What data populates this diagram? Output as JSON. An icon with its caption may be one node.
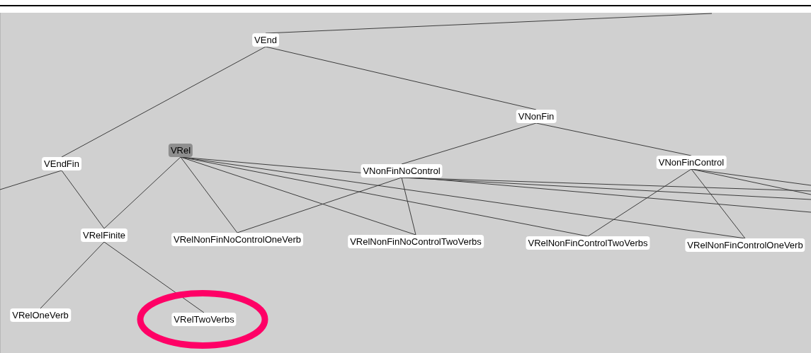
{
  "diagram": {
    "nodes": [
      {
        "text": [
          "VEnd"
        ]
      },
      {
        "text": [
          "VNonFin"
        ]
      },
      {
        "text": [
          "VEndFin"
        ]
      },
      {
        "text": [
          "VRel"
        ]
      },
      {
        "text": [
          "VNonFinNoControl"
        ]
      },
      {
        "text": [
          "VNonFinControl"
        ]
      },
      {
        "text": [
          "VRelFinite"
        ]
      },
      {
        "text": [
          "VRelNonFinNoControlOneVerb"
        ]
      },
      {
        "text": [
          "VRelNonFinNoControlTwoVerbs"
        ]
      },
      {
        "text": [
          "VRelNonFinControlTwoVerbs"
        ]
      },
      {
        "text": [
          "VRelNonFinControlOneVerb"
        ]
      },
      {
        "text": [
          "VRelOneVerb"
        ]
      },
      {
        "text": [
          "VRelTwoVerbs"
        ]
      }
    ],
    "edges": [
      {
        "from": 0,
        "to": null,
        "arrow": "none"
      },
      {
        "from": 0,
        "to": 2,
        "arrow": "none"
      },
      {
        "from": 0,
        "to": 1,
        "arrow": "none"
      },
      {
        "from": 1,
        "to": 4,
        "arrow": "none"
      },
      {
        "from": 1,
        "to": 5,
        "arrow": "none"
      },
      {
        "from": 2,
        "to": null,
        "arrow": "none"
      },
      {
        "from": 2,
        "to": 6,
        "arrow": "none"
      },
      {
        "from": 3,
        "to": 6,
        "arrow": "none"
      },
      {
        "from": 3,
        "to": 7,
        "arrow": "none"
      },
      {
        "from": 3,
        "to": 8,
        "arrow": "none"
      },
      {
        "from": 3,
        "to": 9,
        "arrow": "none"
      },
      {
        "from": 3,
        "to": 10,
        "arrow": "none"
      },
      {
        "from": 3,
        "to": null,
        "arrow": "none"
      },
      {
        "from": 4,
        "to": 7,
        "arrow": "none"
      },
      {
        "from": 4,
        "to": 8,
        "arrow": "none"
      },
      {
        "from": 4,
        "to": null,
        "arrow": "none"
      },
      {
        "from": 4,
        "to": null,
        "arrow": "none"
      },
      {
        "from": 5,
        "to": 9,
        "arrow": "none"
      },
      {
        "from": 5,
        "to": 10,
        "arrow": "none"
      },
      {
        "from": 5,
        "to": null,
        "arrow": "none"
      },
      {
        "from": 5,
        "to": null,
        "arrow": "none"
      },
      {
        "from": 6,
        "to": 11,
        "arrow": "none"
      },
      {
        "from": 6,
        "to": 12,
        "arrow": "none"
      }
    ]
  }
}
